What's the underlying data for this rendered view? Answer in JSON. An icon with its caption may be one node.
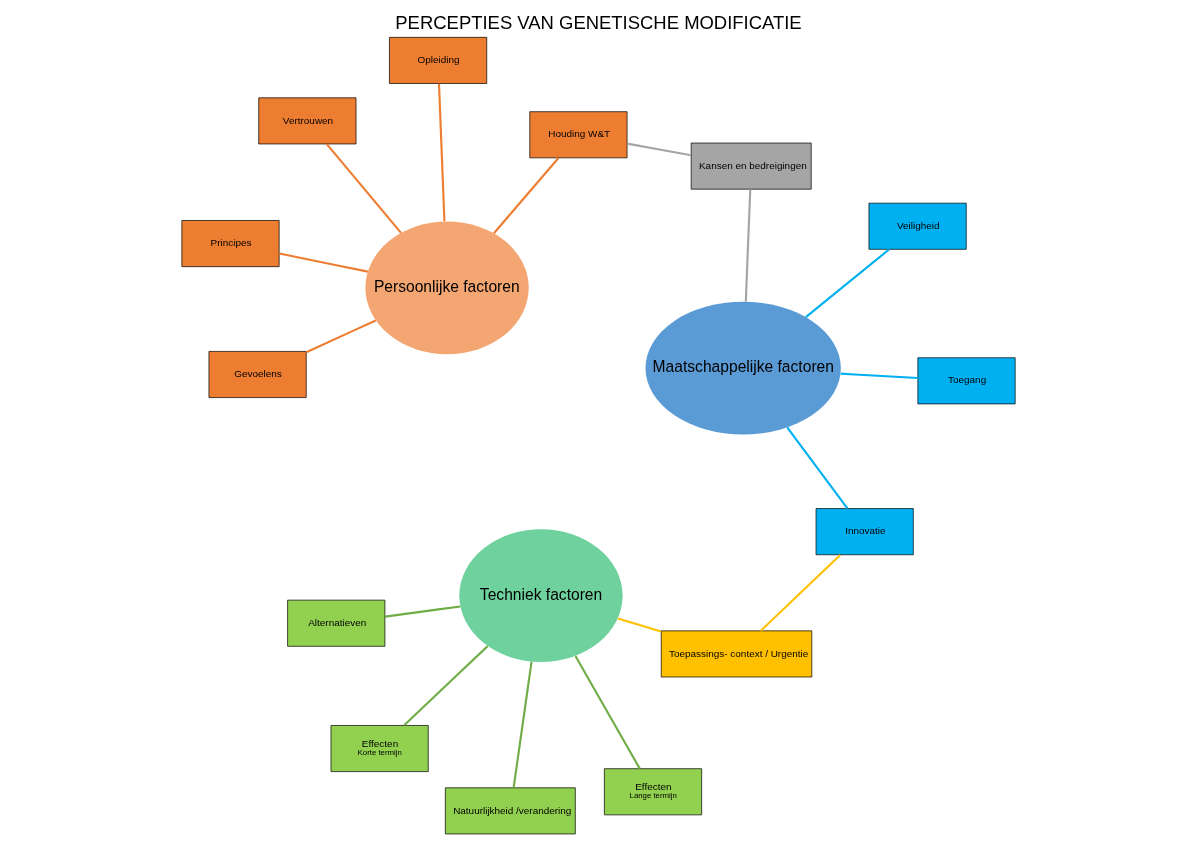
{
  "diagram": {
    "title": "PERCEPTIES VAN GENETISCHE MODIFICATIE",
    "nodes": [
      {
        "text": [
          "Persoonlijke factoren"
        ]
      },
      {
        "text": [
          "Techniek factoren"
        ]
      },
      {
        "text": [
          "Maatschappelijke factoren"
        ]
      },
      {
        "text": [
          "Vertrouwen"
        ]
      },
      {
        "text": [
          "Opleiding"
        ]
      },
      {
        "text": [
          "Principes"
        ]
      },
      {
        "text": [
          "Gevoelens"
        ]
      },
      {
        "text": [
          "Houding W&T"
        ]
      },
      {
        "text": [
          "Effecten",
          "Korte termijn"
        ]
      },
      {
        "text": [
          "Effecten",
          "Lange termijn"
        ]
      },
      {
        "text": [
          "Natuurlijkheid /verandering"
        ]
      },
      {
        "text": [
          "Alternatieven"
        ]
      },
      {
        "text": [
          "Kansen en bedreigingen"
        ]
      },
      {
        "text": [
          "Toegang"
        ]
      },
      {
        "text": [
          "Veiligheid"
        ]
      },
      {
        "text": [
          "Innovatie"
        ]
      },
      {
        "text": [
          "Toepassings- context / Urgentie"
        ]
      }
    ],
    "edges": [
      {
        "from": 3,
        "to": 0,
        "arrow": "none",
        "color": "#ed7d31"
      },
      {
        "from": 4,
        "to": 0,
        "arrow": "none",
        "color": "#ed7d31"
      },
      {
        "from": 5,
        "to": 0,
        "arrow": "none",
        "color": "#ed7d31"
      },
      {
        "from": 6,
        "to": 0,
        "arrow": "none",
        "color": "#ed7d31"
      },
      {
        "from": 7,
        "to": 0,
        "arrow": "none",
        "color": "#ed7d31"
      },
      {
        "from": 1,
        "to": 8,
        "arrow": "none",
        "color": "#70ad47"
      },
      {
        "from": 1,
        "to": 9,
        "arrow": "none",
        "color": "#70ad47"
      },
      {
        "from": 1,
        "to": 10,
        "arrow": "none",
        "color": "#70ad47"
      },
      {
        "from": 1,
        "to": 11,
        "arrow": "none",
        "color": "#70ad47"
      },
      {
        "from": 7,
        "to": 12,
        "arrow": "none",
        "color": "#a5a5a5"
      },
      {
        "from": 2,
        "to": 12,
        "arrow": "none",
        "color": "#a5a5a5"
      },
      {
        "from": 2,
        "to": 13,
        "arrow": "none",
        "color": "#00b0f0"
      },
      {
        "from": 2,
        "to": 14,
        "arrow": "none",
        "color": "#00b0f0"
      },
      {
        "from": 2,
        "to": 15,
        "arrow": "none",
        "color": "#00b0f0"
      },
      {
        "from": 1,
        "to": 16,
        "arrow": "none",
        "color": "#ffc000"
      },
      {
        "from": 15,
        "to": 16,
        "arrow": "none",
        "color": "#ffc000"
      }
    ]
  }
}
